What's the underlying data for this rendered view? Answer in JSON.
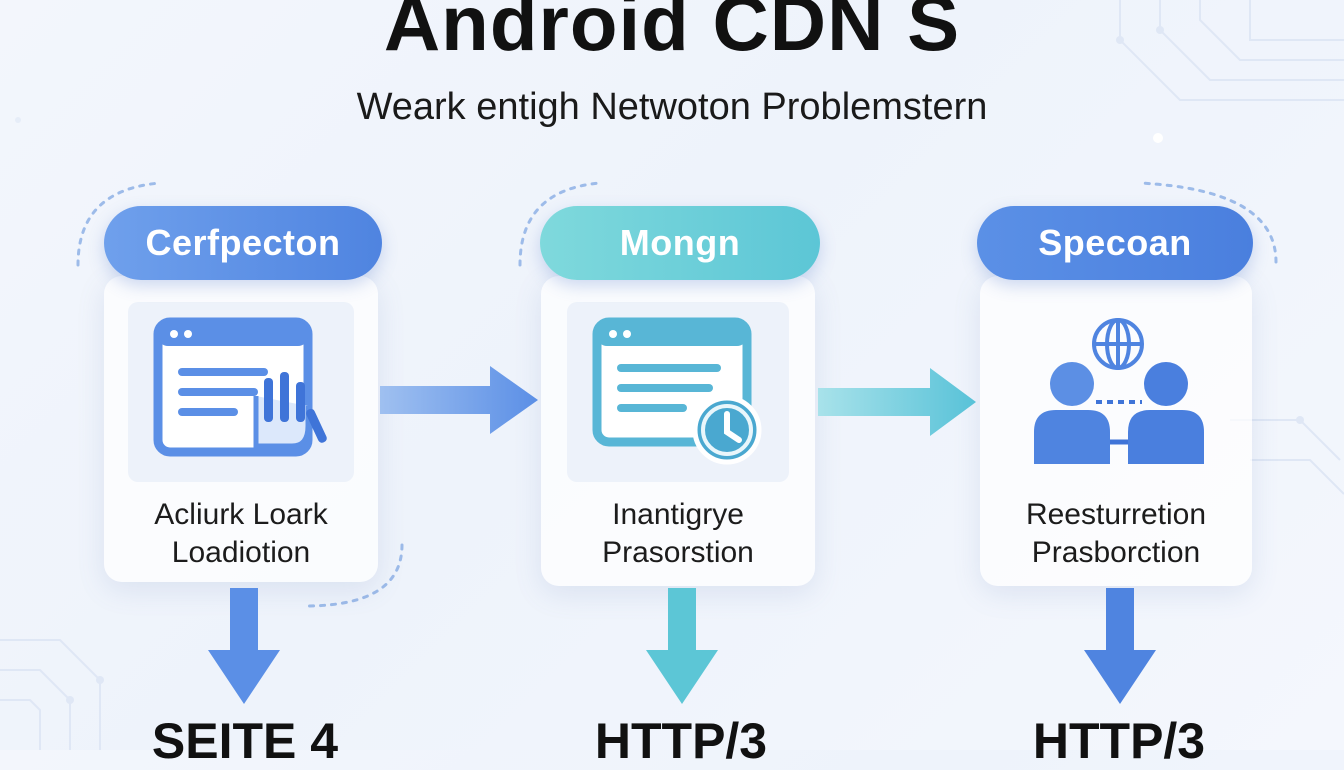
{
  "title": "Android CDN S",
  "subtitle": "Weark  entigh Netwoton Problemstern",
  "stages": [
    {
      "pill_label": "Cerfpecton",
      "caption_line1": "Acliurk Loark",
      "caption_line2": "Loadiotion",
      "icon": "browser-window-hand-icon",
      "bottom_label": "SEITE 4"
    },
    {
      "pill_label": "Mongn",
      "caption_line1": "Inantigrye",
      "caption_line2": "Prasorstion",
      "icon": "browser-window-clock-icon",
      "bottom_label": "HTTP/3"
    },
    {
      "pill_label": "Specoan",
      "caption_line1": "Reesturretion",
      "caption_line2": "Prasborction",
      "icon": "people-globe-icon",
      "bottom_label": "HTTP/3"
    }
  ],
  "colors": {
    "blue": "#4f84e0",
    "teal": "#5cc6d6",
    "dark_text": "#111111"
  }
}
